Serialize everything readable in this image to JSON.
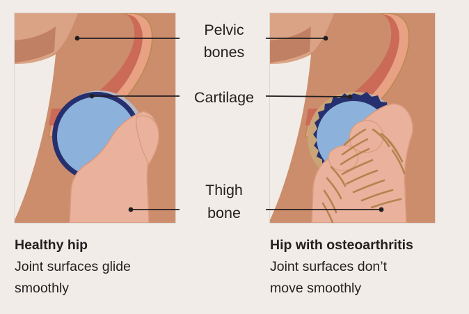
{
  "figure": {
    "background_color": "#f1ece7",
    "panel_border_color": "#d6d1cc"
  },
  "center_labels": [
    {
      "id": "pelvic-bones",
      "lines": [
        "Pelvic",
        "bones"
      ]
    },
    {
      "id": "cartilage",
      "lines": [
        "Cartilage"
      ]
    },
    {
      "id": "thigh-bone",
      "lines": [
        "Thigh",
        "bone"
      ]
    }
  ],
  "labels": {
    "pelvic_line1": "Pelvic",
    "pelvic_line2": "bones",
    "cartilage": "Cartilage",
    "thigh_line1": "Thigh",
    "thigh_line2": "bone"
  },
  "panels": [
    {
      "id": "healthy-hip",
      "side": "left",
      "caption_title": "Healthy hip",
      "caption_line1": "Joint surfaces glide",
      "caption_line2": "smoothly",
      "condition": "healthy"
    },
    {
      "id": "osteoarthritis-hip",
      "side": "right",
      "caption_title": "Hip with osteoarthritis",
      "caption_line1": "Joint surfaces don’t",
      "caption_line2": "move smoothly",
      "condition": "osteoarthritis"
    }
  ],
  "captions": {
    "left_title": "Healthy hip",
    "left_line1": "Joint surfaces glide",
    "left_line2": "smoothly",
    "right_title": "Hip with osteoarthritis",
    "right_line1": "Joint surfaces don’t",
    "right_line2": "move smoothly"
  },
  "anatomy_colors": {
    "soft_tissue": "#cc8d6d",
    "soft_tissue_highlight": "#dba385",
    "soft_tissue_shadow": "#c08063",
    "cutout_cream": "#f1ece7",
    "pelvic_bone": "#cb6a56",
    "pelvic_bone_rim": "#e8a183",
    "bone_outline": "#b78a52",
    "cartilage_navy": "#26306e",
    "femoral_head_blue": "#8cb2dc",
    "femur_peach": "#eab29c",
    "femur_outline": "#d89a7e",
    "joint_shadow": "#b6bac6",
    "spur_brown": "#b5824f",
    "degenerated_gap": "#c9a477"
  }
}
